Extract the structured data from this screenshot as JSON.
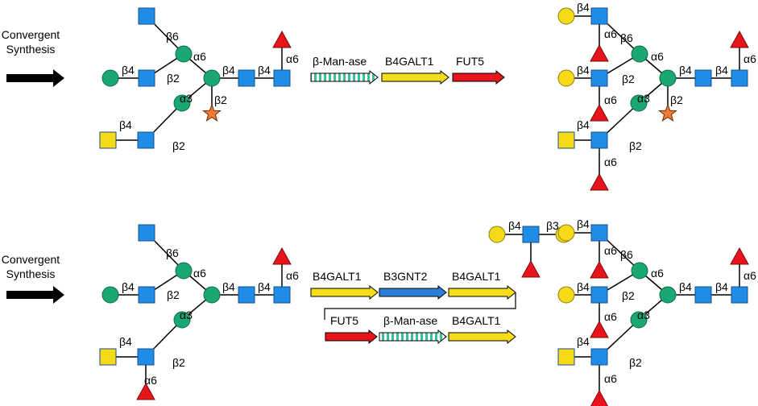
{
  "colors": {
    "glcnac": "#1f8de8",
    "man": "#1aa772",
    "gal": "#f7da17",
    "fuc": "#e8141b",
    "star": "#f07a36",
    "galnac": "#f7da17",
    "arrow_yellow": "#f6de1a",
    "arrow_blue": "#2b7fd6",
    "arrow_red": "#e8141b",
    "arrow_hatch": "#3bbf9a"
  },
  "panel_top": {
    "convergent_line1": "Convergent",
    "convergent_line2": "Synthesis",
    "enzymes": [
      "β-Man-ase",
      "B4GALT1",
      "FUT5"
    ]
  },
  "panel_bottom": {
    "convergent_line1": "Convergent",
    "convergent_line2": "Synthesis",
    "enzymes_row1": [
      "B4GALT1",
      "B3GNT2",
      "B4GALT1"
    ],
    "enzymes_row2": [
      "FUT5",
      "β-Man-ase",
      "B4GALT1"
    ]
  },
  "linkages": {
    "b6": "β6",
    "b4": "β4",
    "b2": "β2",
    "b3": "β3",
    "a6": "α6",
    "a3": "α3"
  }
}
